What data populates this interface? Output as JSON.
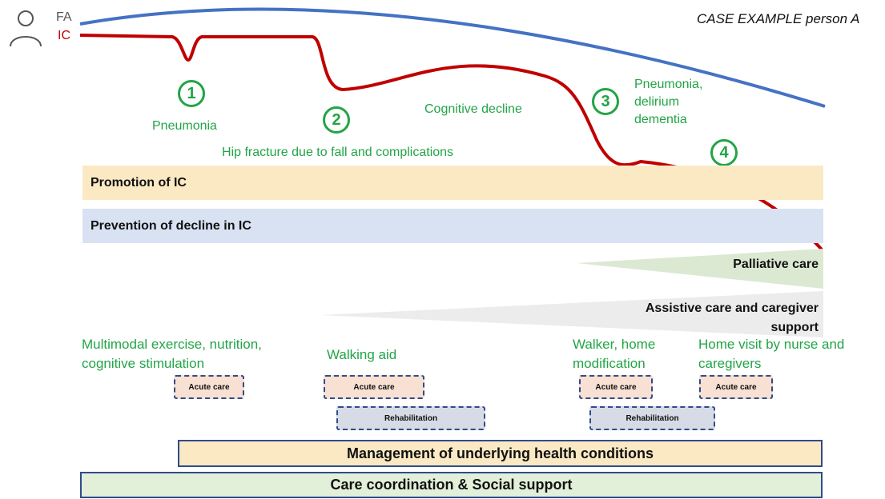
{
  "header": {
    "case_title": "CASE EXAMPLE person A",
    "legend": {
      "fa_label": "FA",
      "ic_label": "IC"
    }
  },
  "colors": {
    "fa_line": "#4472c4",
    "ic_line": "#c00000",
    "event_green": "#22a447"
  },
  "events": [
    {
      "number": "1",
      "label": "Pneumonia"
    },
    {
      "number": "2",
      "label": "Hip fracture due to fall and complications"
    },
    {
      "number": "3",
      "label": "Pneumonia,\ndelirium\ndementia"
    },
    {
      "number": "4",
      "label": ""
    }
  ],
  "annotations": {
    "cognitive_decline": "Cognitive decline"
  },
  "bands": {
    "promotion": "Promotion of IC",
    "prevention": "Prevention of decline in IC",
    "palliative": "Palliative care",
    "assistive": "Assistive care and caregiver support"
  },
  "interventions": {
    "i1": "Multimodal exercise, nutrition, cognitive stimulation",
    "i2": "Walking aid",
    "i3": "Walker, home modification",
    "i4": "Home visit by nurse and caregivers"
  },
  "care_boxes": {
    "acute": "Acute care",
    "rehab": "Rehabilitation"
  },
  "bottom_bars": {
    "management": "Management of underlying health conditions",
    "coordination": "Care coordination & Social support"
  }
}
